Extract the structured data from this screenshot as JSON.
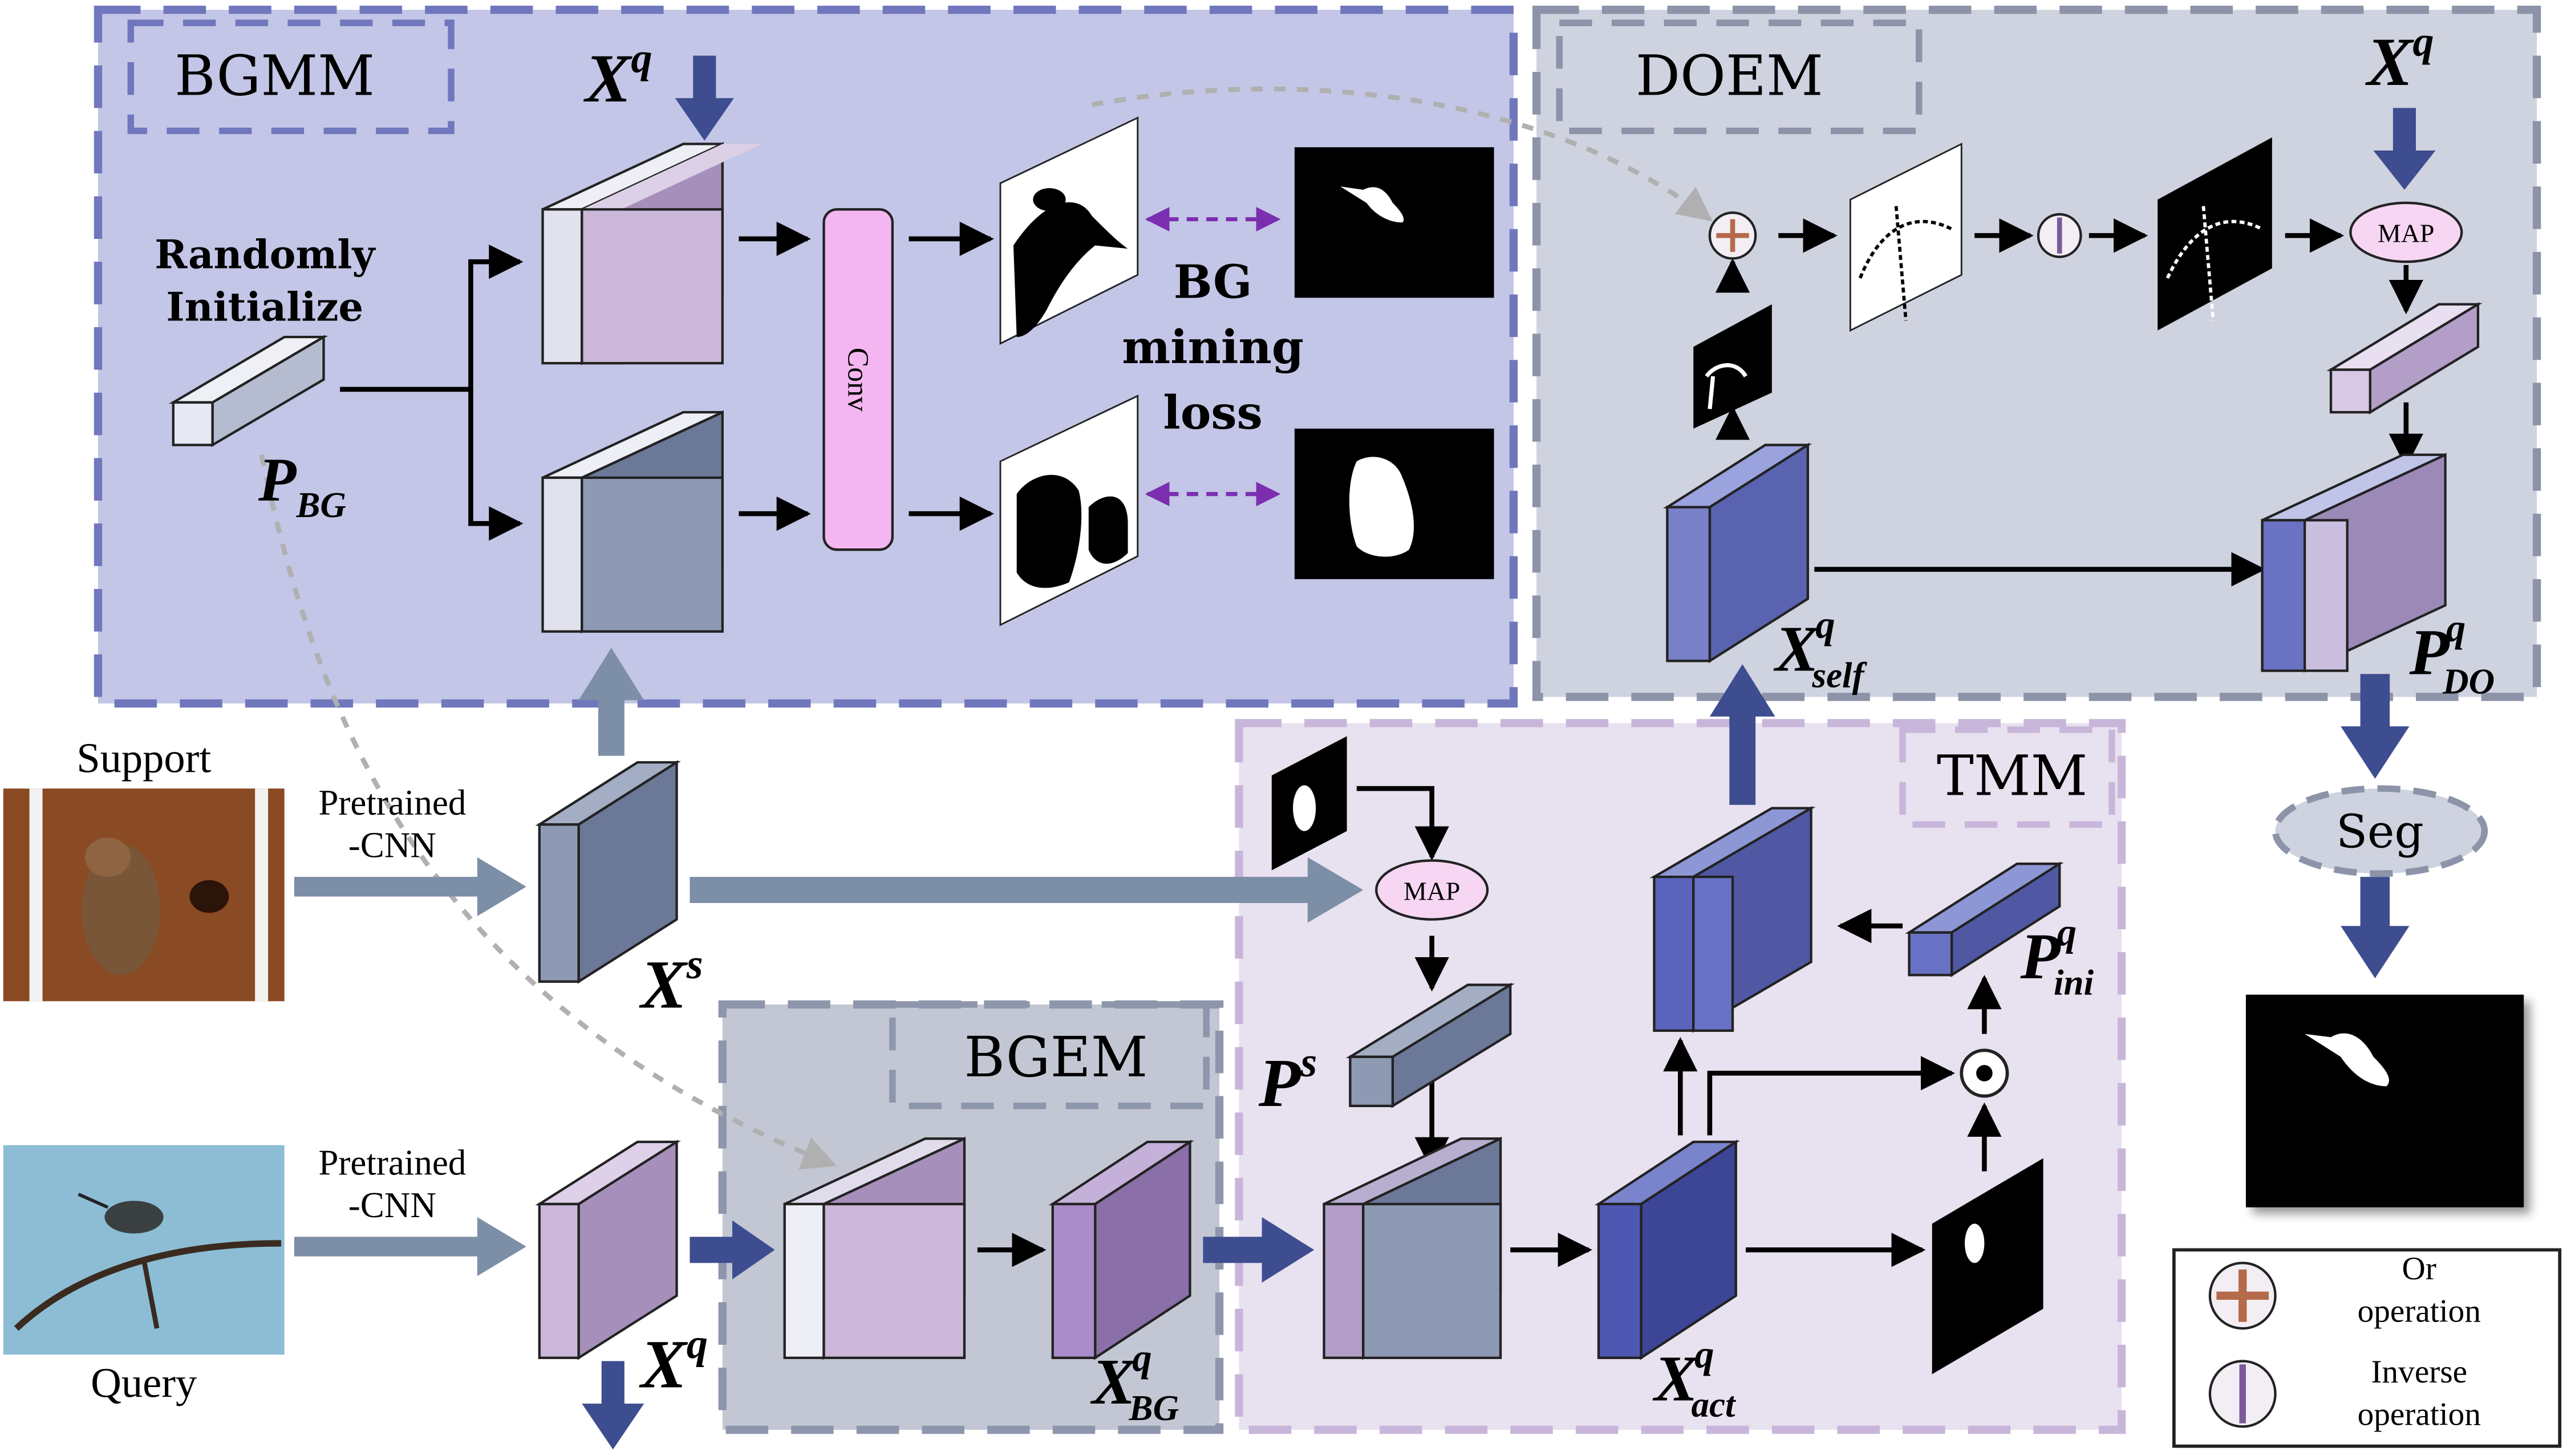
{
  "modules": {
    "bgmm": "BGMM",
    "doem": "DOEM",
    "tmm": "TMM",
    "bgem": "BGEM"
  },
  "labels": {
    "randomly_initialize_1": "Randomly",
    "randomly_initialize_2": "Initialize",
    "conv": "Conv",
    "bg_mining_1": "BG",
    "bg_mining_2": "mining",
    "bg_mining_3": "loss",
    "support": "Support",
    "query": "Query",
    "pretrained_1": "Pretrained",
    "pretrained_2": "-CNN",
    "map": "MAP",
    "seg": "Seg"
  },
  "math": {
    "xq_top": {
      "base": "X",
      "sup": "q",
      "sub": ""
    },
    "p_bg": {
      "base": "P",
      "sup": "",
      "sub": "BG"
    },
    "xq_top_right": {
      "base": "X",
      "sup": "q",
      "sub": ""
    },
    "x_self": {
      "base": "X",
      "sup": "q",
      "sub": "self"
    },
    "p_do": {
      "base": "P",
      "sup": "q",
      "sub": "DO"
    },
    "x_s": {
      "base": "X",
      "sup": "s",
      "sub": ""
    },
    "p_s": {
      "base": "P",
      "sup": "s",
      "sub": ""
    },
    "p_ini": {
      "base": "P",
      "sup": "q",
      "sub": "ini"
    },
    "x_q_bottom": {
      "base": "X",
      "sup": "q",
      "sub": ""
    },
    "x_bg": {
      "base": "X",
      "sup": "q",
      "sub": "BG"
    },
    "x_act": {
      "base": "X",
      "sup": "q",
      "sub": "act"
    }
  },
  "legend": {
    "or_1": "Or",
    "or_2": "operation",
    "inverse_1": "Inverse",
    "inverse_2": "operation"
  },
  "colors": {
    "bgmm_fill": "#c3c6e6",
    "bgmm_border": "#7077bd",
    "doem_fill": "#cfd2df",
    "doem_border": "#8d93a8",
    "tmm_fill": "#e8e1ef",
    "tmm_border": "#c8b6da",
    "bgem_fill": "#c3c7d4",
    "bgem_border": "#8e96ac",
    "conv_fill": "#f3b6f0",
    "arrow_dark": "#3d4d8f",
    "arrow_gray": "#7d8ea7",
    "dashed_purple": "#7b2fb0"
  }
}
